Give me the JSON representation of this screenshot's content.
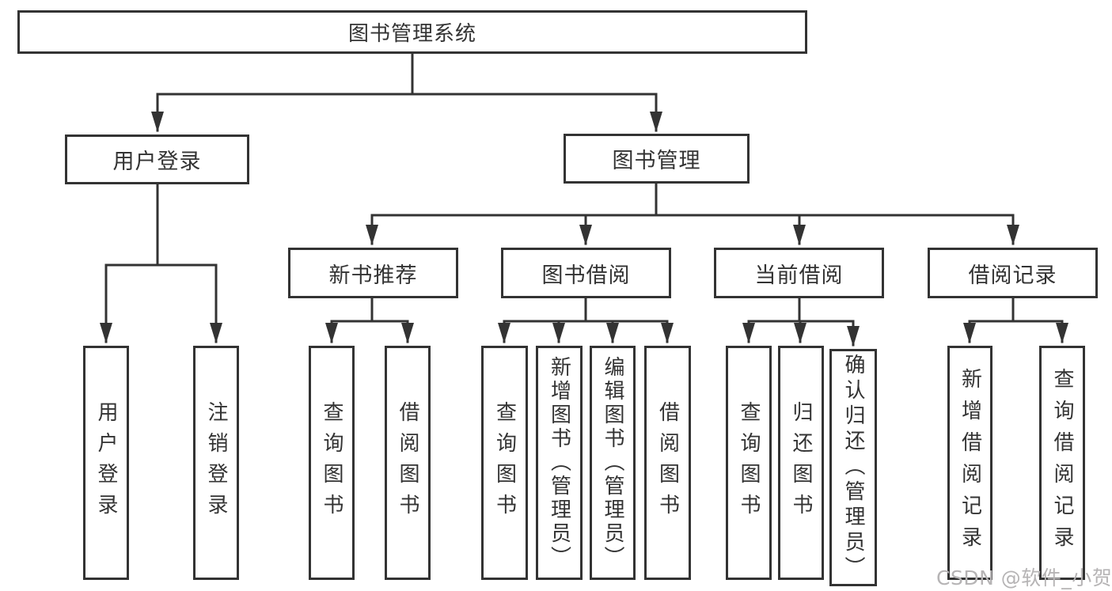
{
  "colors": {
    "line": "#333333",
    "border": "#333333",
    "text": "#333333",
    "box_fill": "#ffffff",
    "background": "#ffffff",
    "watermark": "#b6b4b5"
  },
  "diagram": {
    "root": {
      "label": "图书管理系统"
    },
    "branches": [
      {
        "label": "用户登录",
        "children": [
          {
            "label": "用户登录"
          },
          {
            "label": "注销登录"
          }
        ]
      },
      {
        "label": "图书管理",
        "children": [
          {
            "label": "新书推荐",
            "children": [
              {
                "label": "查询图书"
              },
              {
                "label": "借阅图书"
              }
            ]
          },
          {
            "label": "图书借阅",
            "children": [
              {
                "label": "查询图书"
              },
              {
                "label": "新增图书（管理员）"
              },
              {
                "label": "编辑图书（管理员）"
              },
              {
                "label": "借阅图书"
              }
            ]
          },
          {
            "label": "当前借阅",
            "children": [
              {
                "label": "查询图书"
              },
              {
                "label": "归还图书"
              },
              {
                "label": "确认归还（管理员）"
              }
            ]
          },
          {
            "label": "借阅记录",
            "children": [
              {
                "label": "新增借阅记录"
              },
              {
                "label": "查询借阅记录"
              }
            ]
          }
        ]
      }
    ]
  },
  "watermark": {
    "text": "CSDN @软件_小贺同学"
  }
}
